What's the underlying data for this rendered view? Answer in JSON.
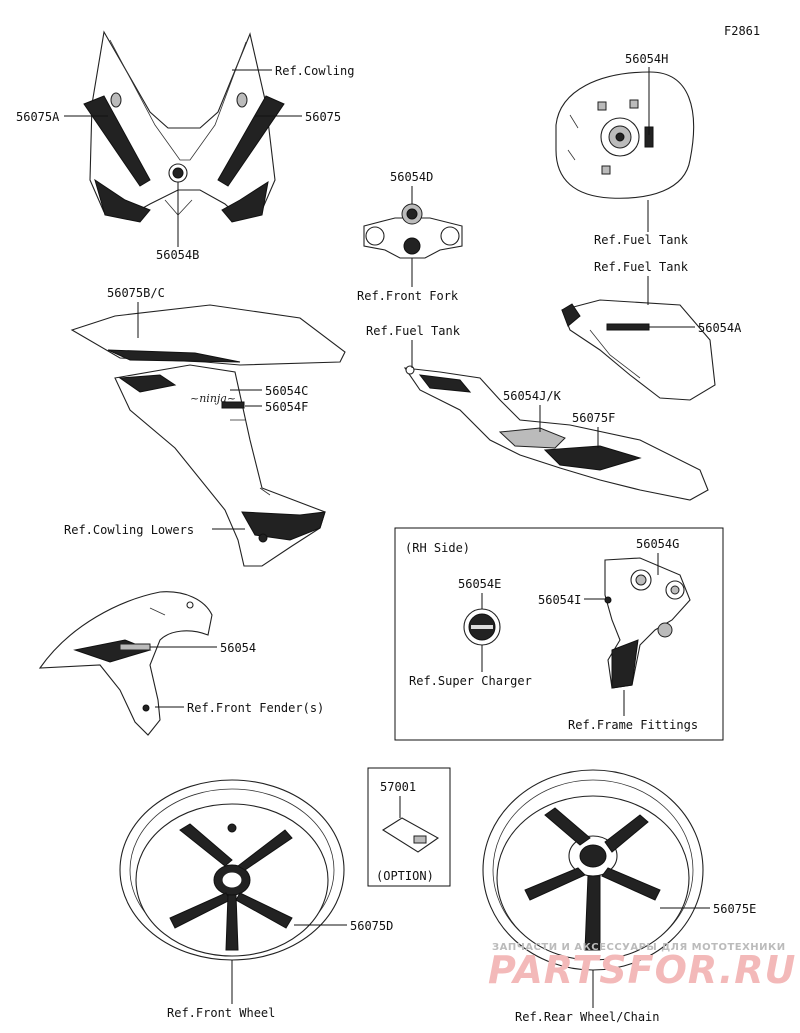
{
  "figure_id": "F2861",
  "labels": {
    "ref_cowling": "Ref.Cowling",
    "p56075A": "56075A",
    "p56075": "56075",
    "p56054B": "56054B",
    "p56054H": "56054H",
    "ref_fuel_tank_1": "Ref.Fuel Tank",
    "ref_fuel_tank_2": "Ref.Fuel Tank",
    "p56054D": "56054D",
    "ref_front_fork": "Ref.Front Fork",
    "p56054A": "56054A",
    "p56075BC": "56075B/C",
    "ref_fuel_tank_3": "Ref.Fuel Tank",
    "p56054C": "56054C",
    "p56054F": "56054F",
    "p56054JK": "56054J/K",
    "p56075F": "56075F",
    "ref_cowling_lowers": "Ref.Cowling Lowers",
    "rh_side": "(RH Side)",
    "p56054G": "56054G",
    "p56054E": "56054E",
    "p56054I": "56054I",
    "ref_super_charger": "Ref.Super Charger",
    "ref_frame_fittings": "Ref.Frame Fittings",
    "p56054": "56054",
    "ref_front_fenders": "Ref.Front Fender(s)",
    "p57001": "57001",
    "option": "(OPTION)",
    "p56075D": "56075D",
    "p56075E": "56075E",
    "ref_front_wheel": "Ref.Front Wheel",
    "ref_rear_wheel": "Ref.Rear Wheel/Chain"
  },
  "watermark": {
    "top": "ЗАПЧАСТИ И АКСЕССУАРЫ ДЛЯ МОТОТЕХНИКИ",
    "main": "PARTSFOR.RU"
  }
}
